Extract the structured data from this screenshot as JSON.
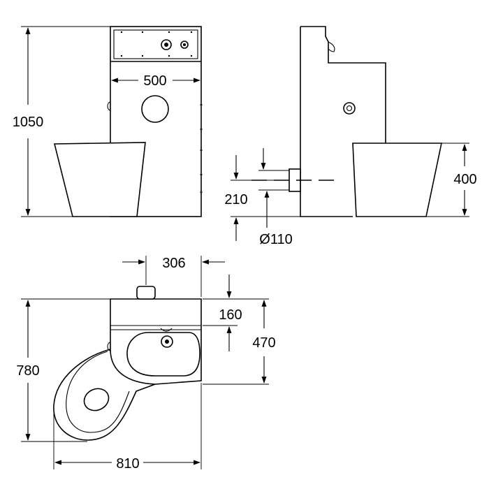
{
  "front_view": {
    "height_label": "1050",
    "width_label": "500"
  },
  "side_view": {
    "pipe_height_label": "210",
    "pipe_diameter_label": "Ø110",
    "bowl_height_label": "400"
  },
  "top_view": {
    "depth_label": "780",
    "width_label": "810",
    "basin_offset_label": "306",
    "basin_depth_label": "160",
    "unit_depth_label": "470"
  }
}
